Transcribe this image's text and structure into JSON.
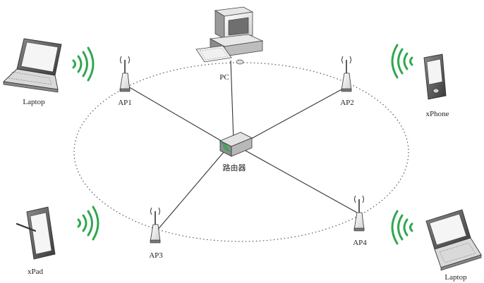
{
  "labels": {
    "pc": "PC",
    "router": "路由器",
    "ap1": "AP1",
    "ap2": "AP2",
    "ap3": "AP3",
    "ap4": "AP4",
    "laptop_left": "Laptop",
    "xphone": "xPhone",
    "xpad": "xPad",
    "laptop_right": "Laptop"
  },
  "colors": {
    "wifi": "#2fa84f",
    "line": "#333333",
    "device_light": "#f2f2f2",
    "device_dark": "#555555"
  },
  "icons": [
    "pc-icon",
    "router-icon",
    "antenna-icon",
    "laptop-icon",
    "phone-icon",
    "tablet-icon",
    "wifi-signal-icon"
  ]
}
